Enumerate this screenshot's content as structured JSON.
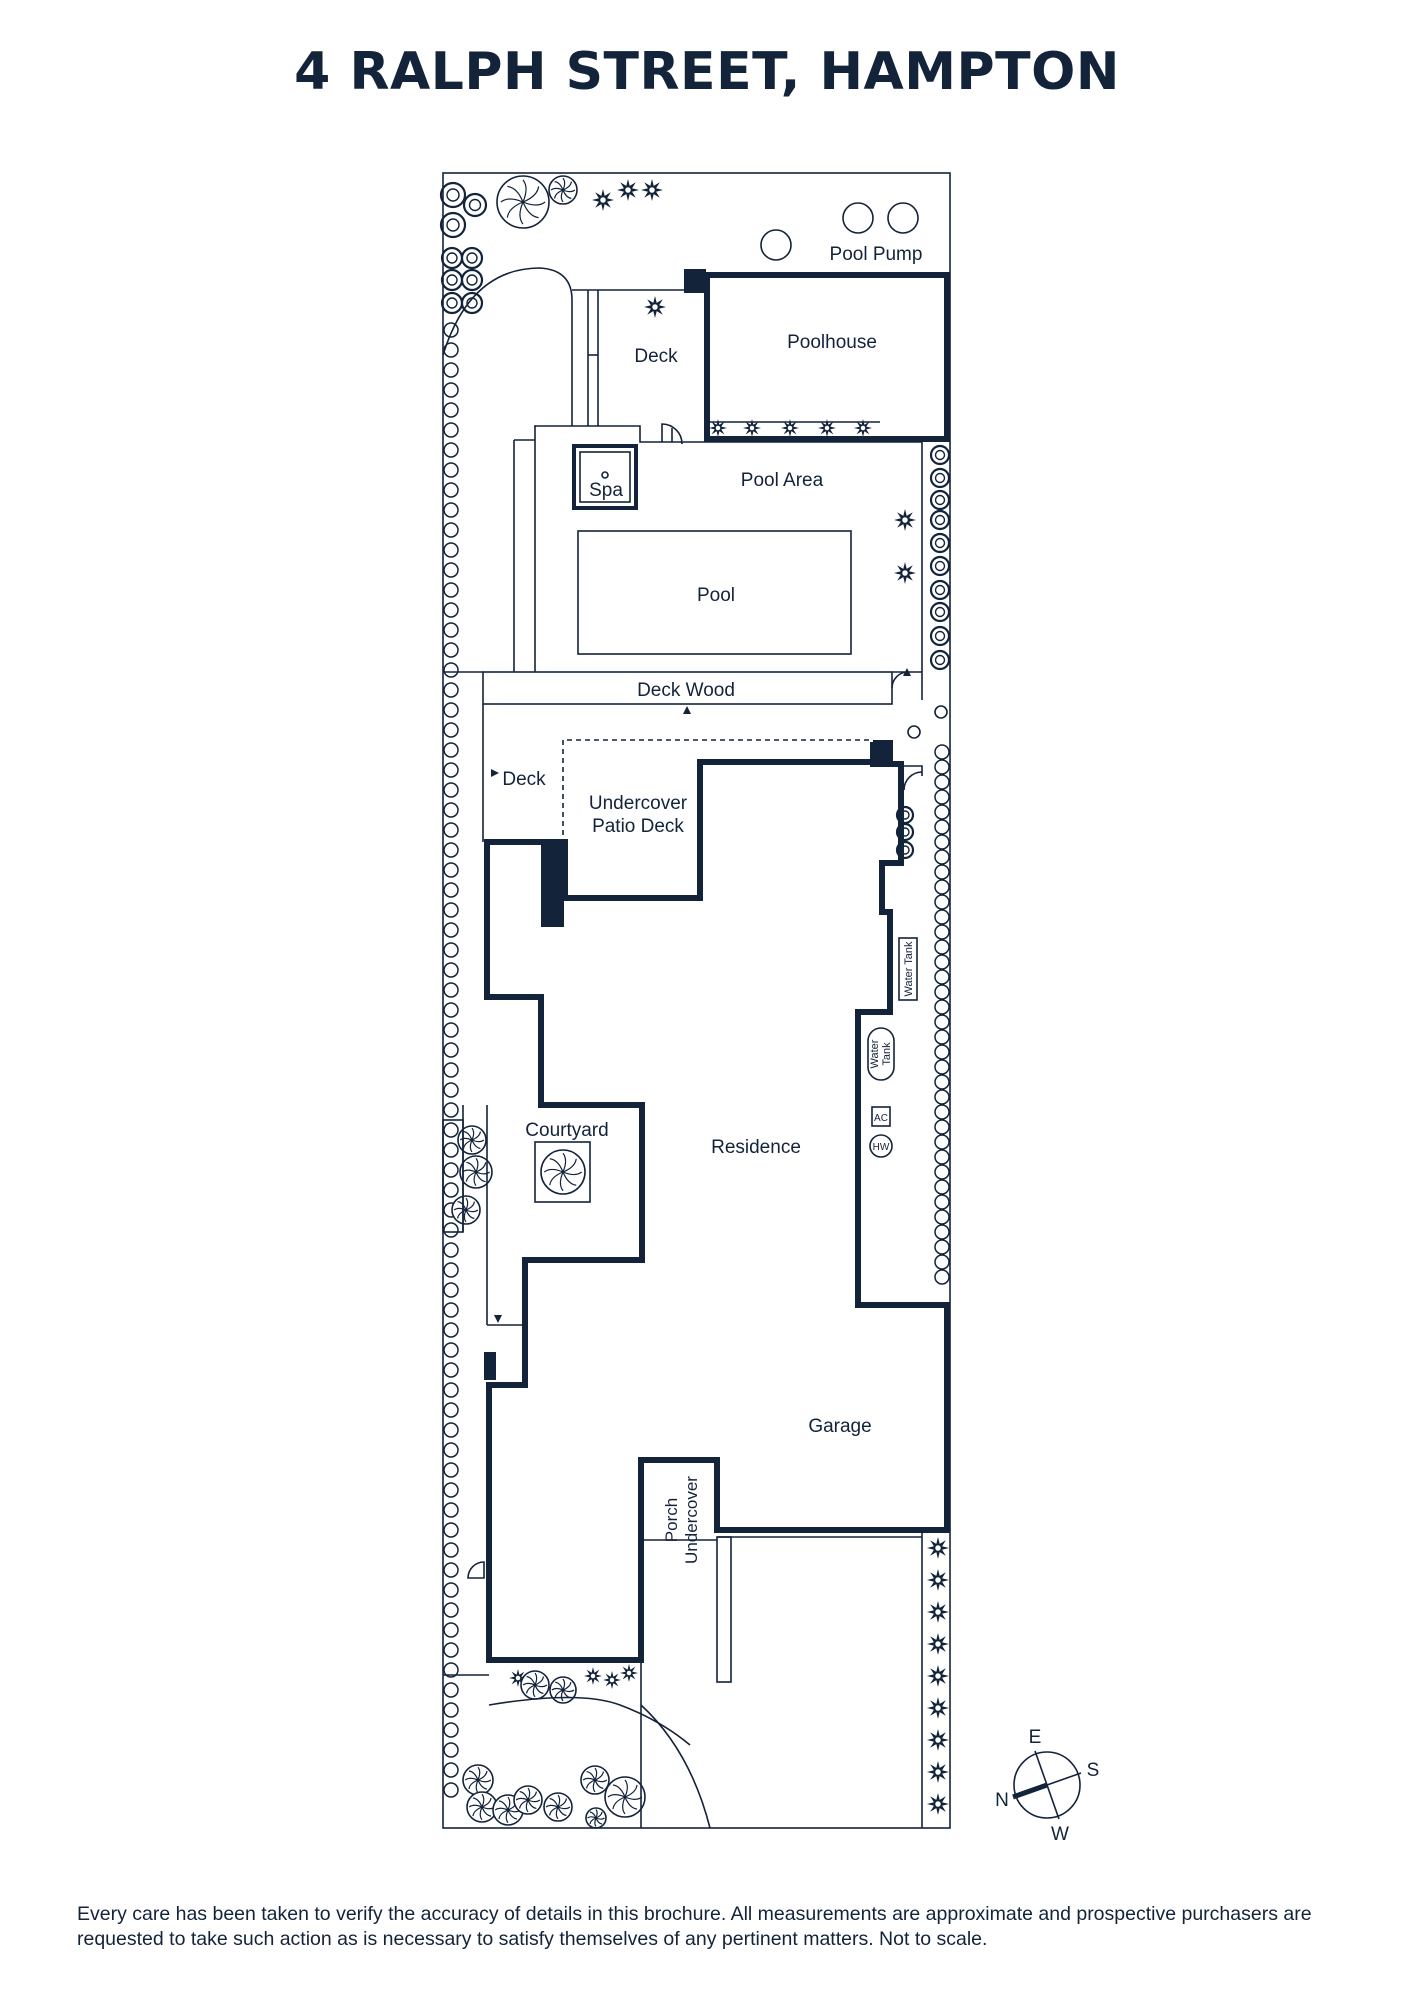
{
  "title": "4 RALPH STREET, HAMPTON",
  "labels": {
    "pool_pump": "Pool Pump",
    "deck_top": "Deck",
    "poolhouse": "Poolhouse",
    "spa": "Spa",
    "pool_area": "Pool Area",
    "pool": "Pool",
    "deck_wood": "Deck Wood",
    "deck_side": "Deck",
    "patio_line1": "Undercover",
    "patio_line2": "Patio Deck",
    "water_tank_a": "Water Tank",
    "water_tank_b1": "Water",
    "water_tank_b2": "Tank",
    "ac": "AC",
    "hw": "HW",
    "courtyard": "Courtyard",
    "residence": "Residence",
    "garage": "Garage",
    "porch_line1": "Porch",
    "porch_line2": "Undercover"
  },
  "compass": {
    "n": "N",
    "e": "E",
    "s": "S",
    "w": "W"
  },
  "disclaimer": "Every care has been taken to verify the accuracy of details in this brochure. All measurements are approximate and prospective purchasers are requested to take such action as is necessary to satisfy themselves of any pertinent matters. Not to scale.",
  "colors": {
    "ink": "#13233a",
    "background": "#ffffff"
  }
}
